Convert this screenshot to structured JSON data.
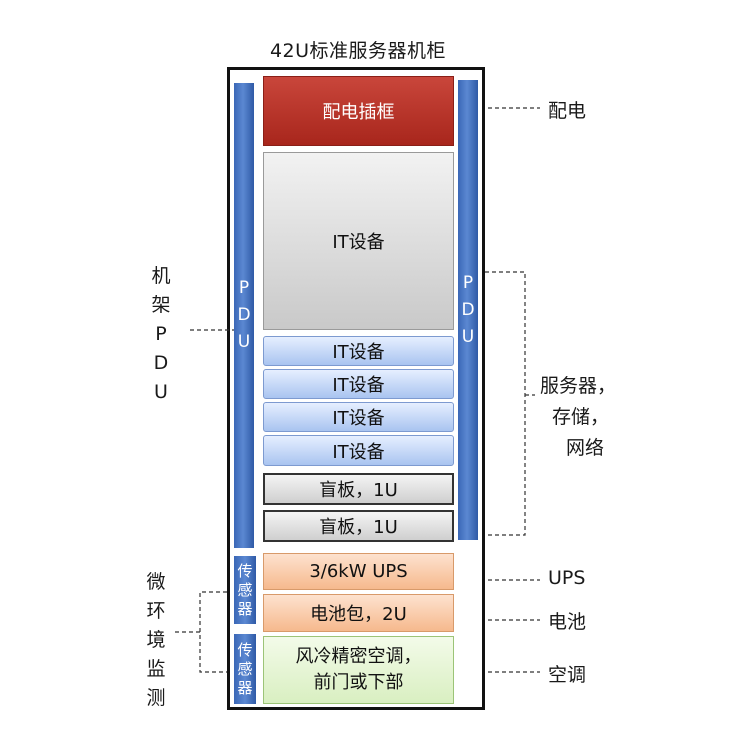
{
  "title": "42U标准服务器机柜",
  "pdu_left": [
    "P",
    "D",
    "U"
  ],
  "pdu_right": [
    "P",
    "D",
    "U"
  ],
  "sensors": [
    {
      "chars": [
        "传",
        "感",
        "器"
      ]
    },
    {
      "chars": [
        "传",
        "感",
        "器"
      ]
    }
  ],
  "units": {
    "power_frame": "配电插框",
    "it_large": "IT设备",
    "it_small": [
      "IT设备",
      "IT设备",
      "IT设备",
      "IT设备"
    ],
    "blank_panels": [
      "盲板，1U",
      "盲板，1U"
    ],
    "ups": "3/6kW UPS",
    "battery": "电池包，2U",
    "ac_line1": "风冷精密空调，",
    "ac_line2": "前门或下部"
  },
  "left_labels": {
    "rack_pdu": [
      "机",
      "架",
      "P",
      "D",
      "U"
    ],
    "micro_env": [
      "微",
      "环",
      "境",
      "监",
      "测"
    ]
  },
  "right_labels": {
    "power": "配电",
    "servers": [
      "服务器，",
      "存储，",
      "网络"
    ],
    "ups": "UPS",
    "battery": "电池",
    "ac": "空调"
  },
  "colors": {
    "pdu_blue": "#3a67b6",
    "power_red": "#b3332a",
    "it_blue": "#a9c4f0",
    "ups_orange": "#f6b98d",
    "ac_green": "#d9efc1"
  }
}
